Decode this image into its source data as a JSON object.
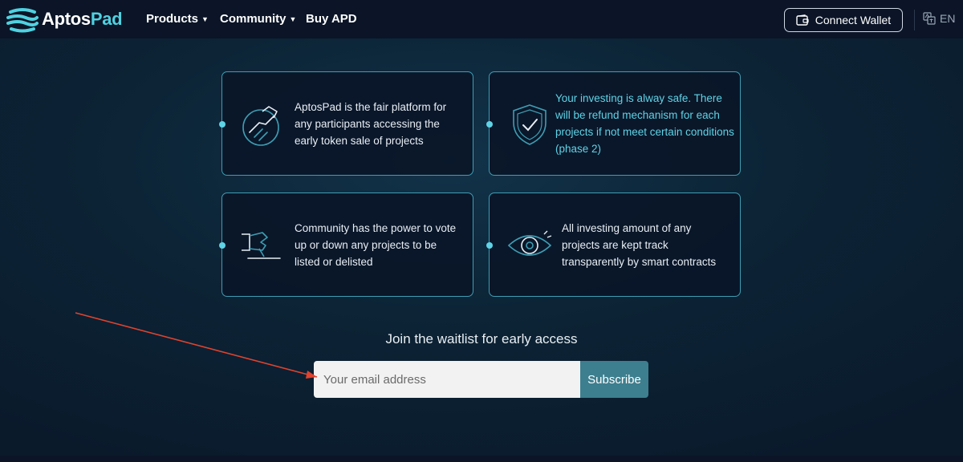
{
  "brand": {
    "name_part1": "Aptos",
    "name_part2": "Pad",
    "accent": "#4fd1e0"
  },
  "nav": {
    "items": [
      {
        "label": "Products",
        "dropdown": true
      },
      {
        "label": "Community",
        "dropdown": true
      },
      {
        "label": "Buy APD",
        "dropdown": false
      }
    ],
    "connect_wallet_label": "Connect Wallet",
    "language_label": "EN"
  },
  "cards": [
    {
      "icon": "handshake-icon",
      "text": "AptosPad is the fair platform for any participants accessing the early token sale of projects",
      "highlight": false
    },
    {
      "icon": "shield-check-icon",
      "text": "Your investing is alway safe. There will be refund mechanism for each projects if not meet certain conditions (phase 2)",
      "highlight": true
    },
    {
      "icon": "vote-hand-icon",
      "text": "Community has the power to vote up or down any projects to be listed or delisted",
      "highlight": false
    },
    {
      "icon": "eye-icon",
      "text": "All investing amount of any projects are kept track transparently by smart contracts",
      "highlight": false
    }
  ],
  "waitlist": {
    "title": "Join the waitlist for early access",
    "email_placeholder": "Your email address",
    "subscribe_label": "Subscribe"
  },
  "colors": {
    "card_border": "#3f9db3",
    "card_highlight_text": "#5fd3e6",
    "subscribe_bg": "#3d7f8f",
    "annotation_arrow": "#e0432f"
  }
}
